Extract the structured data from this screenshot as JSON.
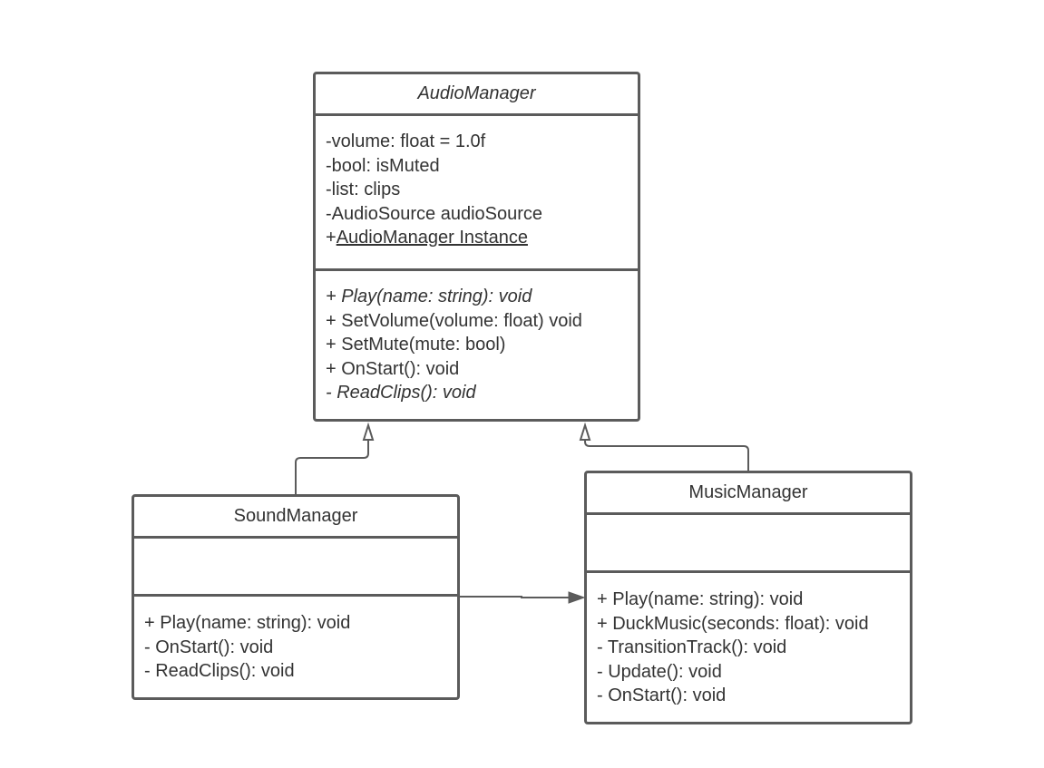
{
  "classes": {
    "audio_manager": {
      "name": "AudioManager",
      "attributes": [
        "-volume: float = 1.0f",
        "-bool: isMuted",
        "-list: clips",
        "-AudioSource audioSource"
      ],
      "static_attribute": {
        "prefix": "+",
        "text": "AudioManager Instance"
      },
      "methods": [
        "+ Play(name: string): void",
        "+ SetVolume(volume: float) void",
        "+ SetMute(mute: bool)",
        "+ OnStart(): void",
        "- ReadClips(): void"
      ]
    },
    "sound_manager": {
      "name": "SoundManager",
      "methods": [
        "+ Play(name: string): void",
        "- OnStart(): void",
        "- ReadClips(): void"
      ]
    },
    "music_manager": {
      "name": "MusicManager",
      "methods": [
        "+ Play(name: string): void",
        "+ DuckMusic(seconds: float): void",
        "- TransitionTrack(): void",
        "- Update(): void",
        "- OnStart(): void"
      ]
    }
  },
  "relationships": [
    {
      "from": "SoundManager",
      "to": "AudioManager",
      "type": "generalization"
    },
    {
      "from": "MusicManager",
      "to": "AudioManager",
      "type": "generalization"
    },
    {
      "from": "SoundManager",
      "to": "MusicManager",
      "type": "association"
    }
  ],
  "colors": {
    "line": "#5b5b5b",
    "text": "#333333",
    "background": "#ffffff"
  }
}
